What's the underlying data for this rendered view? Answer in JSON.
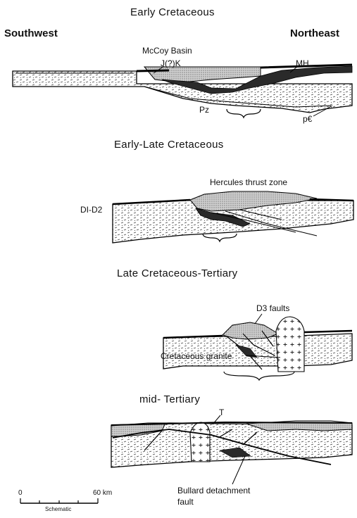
{
  "panels": [
    {
      "title": "Early Cretaceous",
      "direction_left": "Southwest",
      "direction_right": "Northeast",
      "labels": {
        "basin": "McCoy Basin",
        "jk": "J(?)K",
        "mh": "MH",
        "pz": "Pz",
        "pc": "p€"
      }
    },
    {
      "title": "Early-Late Cretaceous",
      "labels": {
        "thrust": "Hercules thrust zone",
        "d1d2": "DI-D2"
      }
    },
    {
      "title": "Late Cretaceous-Tertiary",
      "labels": {
        "d3": "D3 faults",
        "granite": "Cretaceous granite"
      }
    },
    {
      "title": "mid- Tertiary",
      "labels": {
        "t": "T",
        "detach1": "Bullard detachment",
        "detach2": "fault"
      }
    }
  ],
  "scale_bar": {
    "start": "0",
    "end": "60 km",
    "caption": "Schematic"
  }
}
